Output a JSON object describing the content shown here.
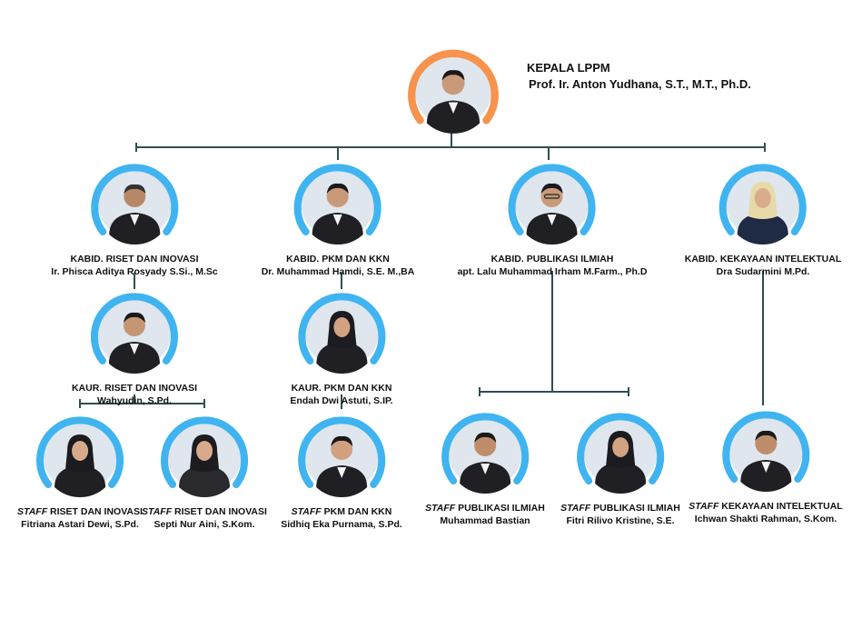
{
  "colors": {
    "head_ring": "#f7934c",
    "ring": "#3fb4f0",
    "line": "#2f4f4f",
    "avatar_bg": "#dfe6ee",
    "suit": "#1f1f24",
    "skin": "#c99a7a",
    "hair": "#1a1a1a"
  },
  "head": {
    "role": "KEPALA LPPM",
    "name": "Prof. Ir. Anton Yudhana, S.T., M.T., Ph.D."
  },
  "kabid": [
    {
      "role": "KABID. RISET DAN INOVASI",
      "name": "Ir. Phisca Aditya Rosyady S.Si., M.Sc"
    },
    {
      "role": "KABID. PKM DAN KKN",
      "name": "Dr. Muhammad Hamdi, S.E. M.,BA"
    },
    {
      "role": "KABID. PUBLIKASI ILMIAH",
      "name": "apt. Lalu Muhammad Irham M.Farm., Ph.D"
    },
    {
      "role": "KABID. KEKAYAAN INTELEKTUAL",
      "name": "Dra Sudarmini M.Pd."
    }
  ],
  "kaur": [
    {
      "role": "KAUR. RISET DAN INOVASI",
      "name": "Wahyudin, S.Pd."
    },
    {
      "role": "KAUR. PKM DAN KKN",
      "name": "Endah Dwi Astuti, S.IP."
    }
  ],
  "staff_word": "STAFF",
  "staff": [
    {
      "role": "RISET DAN INOVASI",
      "name": "Fitriana Astari Dewi, S.Pd."
    },
    {
      "role": "RISET DAN INOVASI",
      "name": "Septi Nur Aini, S.Kom."
    },
    {
      "role": "PKM DAN KKN",
      "name": "Sidhiq Eka Purnama, S.Pd."
    },
    {
      "role": "PUBLIKASI ILMIAH",
      "name": "Muhammad Bastian"
    },
    {
      "role": "PUBLIKASI ILMIAH",
      "name": "Fitri Rilivo Kristine, S.E."
    },
    {
      "role": "KEKAYAAN INTELEKTUAL",
      "name": "Ichwan Shakti Rahman, S.Kom."
    }
  ]
}
